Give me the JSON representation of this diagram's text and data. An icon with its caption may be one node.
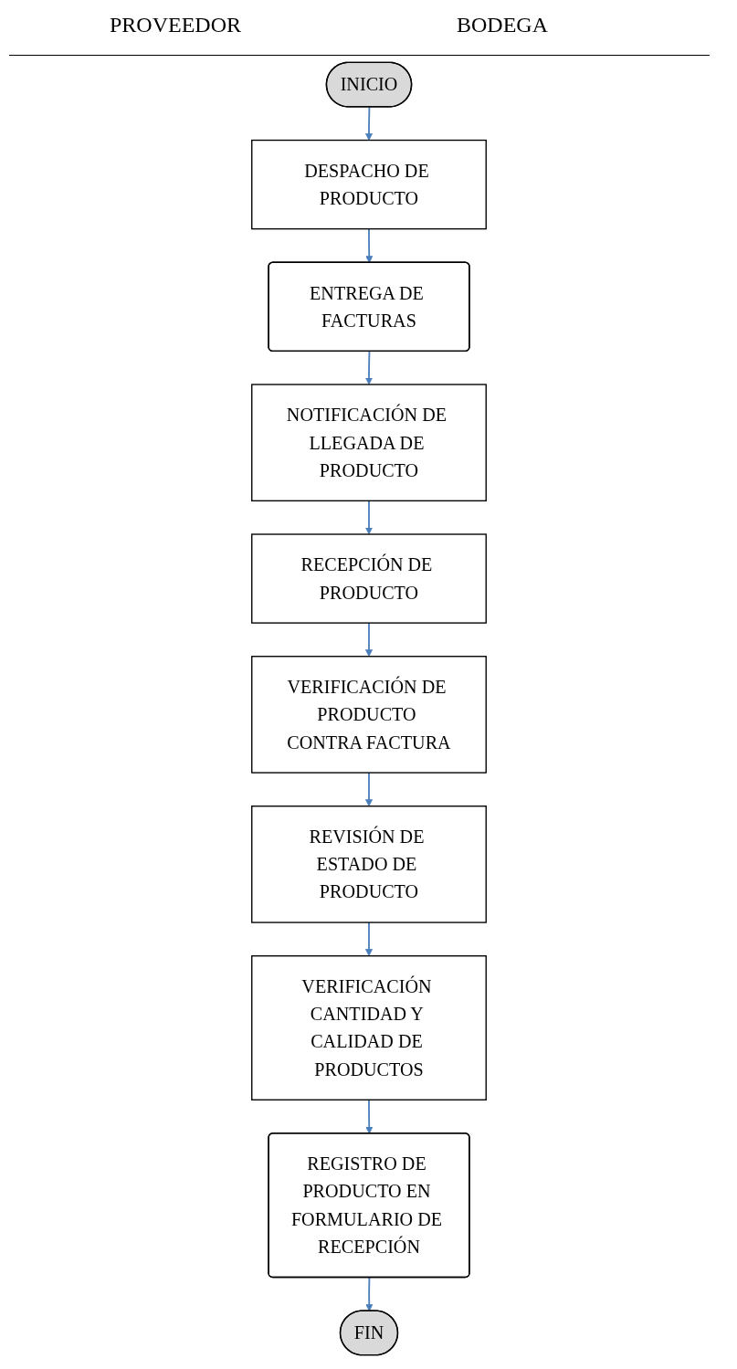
{
  "diagram": {
    "nodes": [
      {
        "text": [
          "INICIO"
        ]
      },
      {
        "text": [
          "DESPACHO DE PRODUCTO"
        ]
      },
      {
        "text": [
          "ENTREGA DE FACTURAS"
        ]
      },
      {
        "text": [
          "NOTIFICACIÓN DE LLEGADA DE PRODUCTO"
        ]
      },
      {
        "text": [
          "RECEPCIÓN DE PRODUCTO"
        ]
      },
      {
        "text": [
          "VERIFICACIÓN DE PRODUCTO CONTRA FACTURA"
        ]
      },
      {
        "text": [
          "REVISIÓN DE ESTADO DE PRODUCTO"
        ]
      },
      {
        "text": [
          "VERIFICACIÓN CANTIDAD Y CALIDAD DE PRODUCTOS"
        ]
      },
      {
        "text": [
          "REGISTRO DE PRODUCTO EN FORMULARIO DE RECEPCIÓN"
        ]
      },
      {
        "text": [
          "FIN"
        ]
      }
    ],
    "edges": [
      {
        "from": 0,
        "to": 1,
        "arrow": "to"
      },
      {
        "from": 1,
        "to": 2,
        "arrow": "to"
      },
      {
        "from": 2,
        "to": 3,
        "arrow": "to"
      },
      {
        "from": 3,
        "to": 4,
        "arrow": "to"
      },
      {
        "from": 4,
        "to": 5,
        "arrow": "to"
      },
      {
        "from": 5,
        "to": 6,
        "arrow": "to"
      },
      {
        "from": 6,
        "to": 7,
        "arrow": "to"
      },
      {
        "from": 7,
        "to": 8,
        "arrow": "to"
      },
      {
        "from": 8,
        "to": 9,
        "arrow": "to"
      }
    ],
    "labels": [
      "PROVEEDOR",
      "BODEGA"
    ]
  }
}
